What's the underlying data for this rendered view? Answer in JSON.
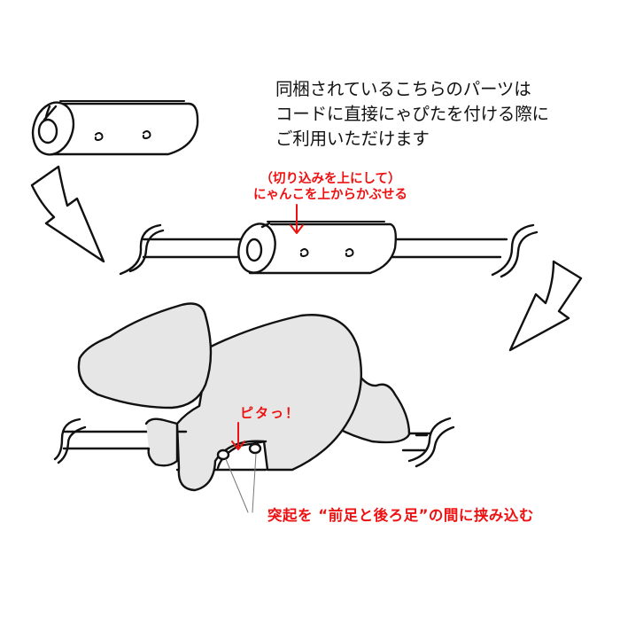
{
  "diagram": {
    "type": "instruction-illustration",
    "steps": [
      {
        "id": 1,
        "subject": "part",
        "description": "cord holder part (slit tube with two bumps)"
      },
      {
        "id": 2,
        "subject": "part-on-cord",
        "description": "part placed over cord with slit on top"
      },
      {
        "id": 3,
        "subject": "cat-on-cord",
        "description": "nyanko figure clipped onto cord with bumps between legs"
      }
    ],
    "arrows": [
      {
        "from": "step-1",
        "to": "step-2",
        "style": "lightning-outline"
      },
      {
        "from": "step-2",
        "to": "step-3",
        "style": "lightning-outline"
      }
    ]
  },
  "texts": {
    "intro_lines": [
      "同梱されているこちらのパーツは",
      "コードに直接にゃぴたを付ける際に",
      "ご利用いただけます"
    ],
    "note_slit_line1": "（切り込みを上にして）",
    "note_slit_line2": "にゃんこを上からかぶせる",
    "note_snap": "ピタっ！",
    "note_bumps": "突起を “前足と後ろ足”の間に挟み込む"
  },
  "colors": {
    "stroke": "#111111",
    "cat_fill": "#e6e6e6",
    "accent_red": "#ee1111",
    "background": "#ffffff"
  }
}
